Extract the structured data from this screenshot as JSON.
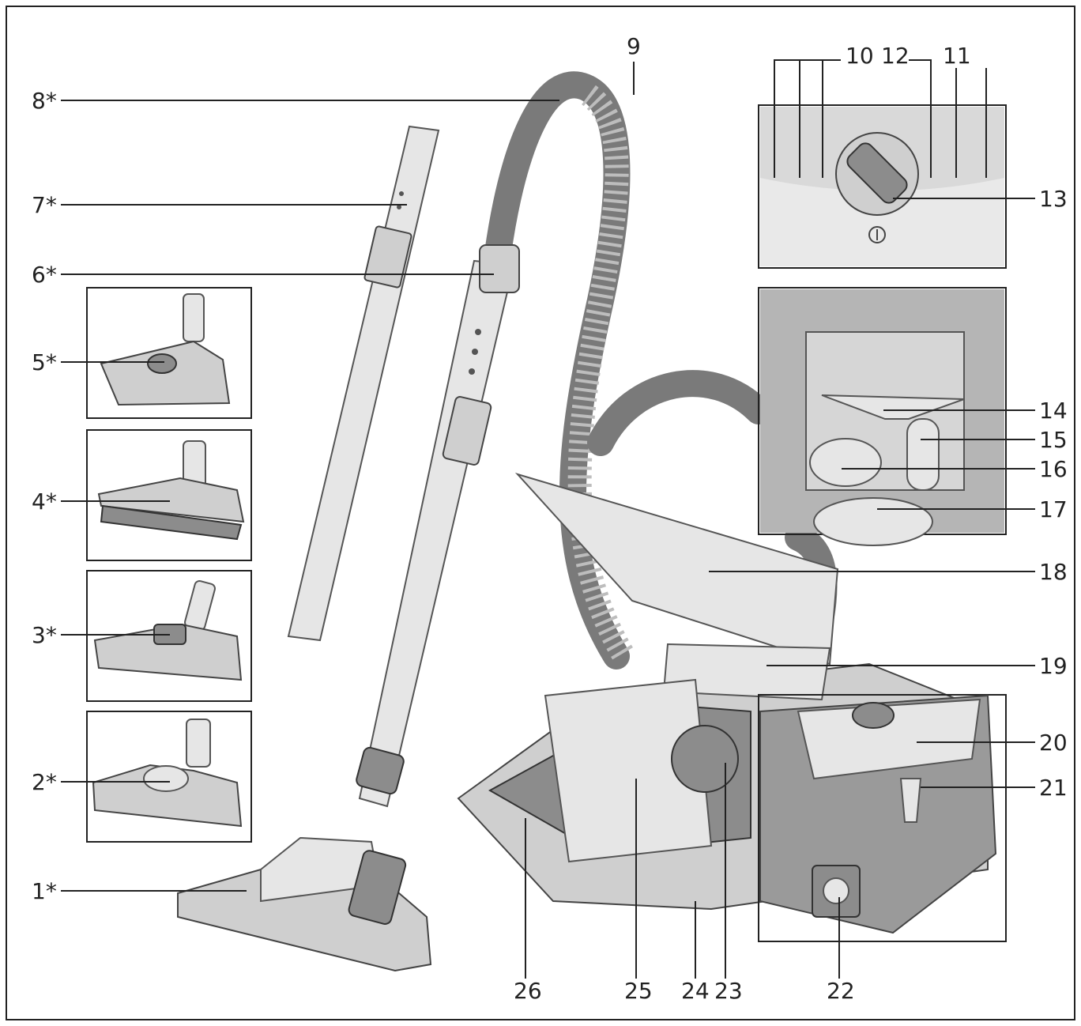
{
  "callouts": {
    "c1": "1*",
    "c2": "2*",
    "c3": "3*",
    "c4": "4*",
    "c5": "5*",
    "c6": "6*",
    "c7": "7*",
    "c8": "8*",
    "c9": "9",
    "c10": "10",
    "c11": "11",
    "c12": "12",
    "c13": "13",
    "c14": "14",
    "c15": "15",
    "c16": "16",
    "c17": "17",
    "c18": "18",
    "c19": "19",
    "c20": "20",
    "c21": "21",
    "c22": "22",
    "c23": "23",
    "c24": "24",
    "c25": "25",
    "c26": "26"
  },
  "icons": [
    "floor-nozzle-icon",
    "upholstery-nozzle-icon",
    "hard-floor-nozzle-icon",
    "turbo-brush-icon",
    "telescopic-tube-icon",
    "hose-icon",
    "vacuum-body-icon",
    "power-dial-icon",
    "dust-bag-icon",
    "filter-icon",
    "mains-plug-icon"
  ]
}
